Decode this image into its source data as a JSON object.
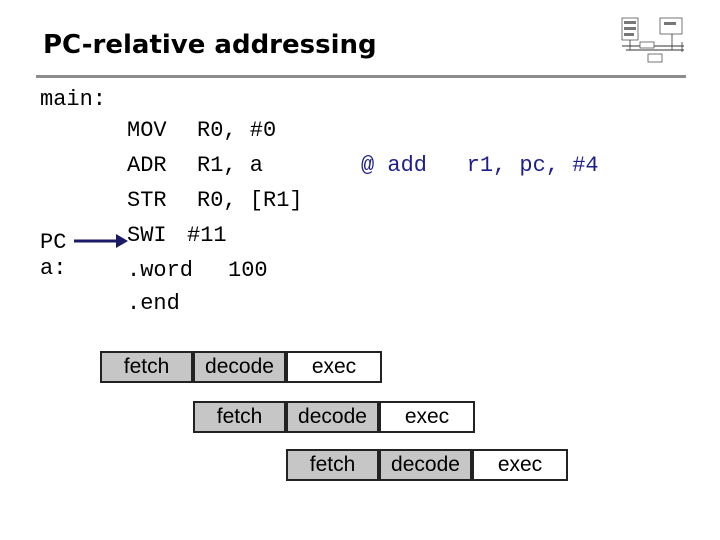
{
  "title": "PC-relative addressing",
  "labels": {
    "main": "main:",
    "pc": "PC",
    "a": "a:"
  },
  "code": [
    {
      "op": "MOV",
      "args": "R0, #0",
      "comment": ""
    },
    {
      "op": "ADR",
      "args": "R1, a",
      "comment": "@ add   r1, pc, #4"
    },
    {
      "op": "STR",
      "args": "R0, [R1]",
      "comment": ""
    },
    {
      "op": "SWI",
      "args": "#11",
      "comment": ""
    },
    {
      "op": ".word",
      "args": "100",
      "comment": ""
    },
    {
      "op": ".end",
      "args": "",
      "comment": ""
    }
  ],
  "pipeline": {
    "row1": [
      "fetch",
      "decode",
      "exec"
    ],
    "row2": [
      "fetch",
      "decode",
      "exec"
    ],
    "row3": [
      "fetch",
      "decode",
      "exec"
    ]
  },
  "colors": {
    "arrow": "#1a1a66",
    "comment": "#1f1f8c",
    "stage_fill": "#c6c6c6"
  }
}
